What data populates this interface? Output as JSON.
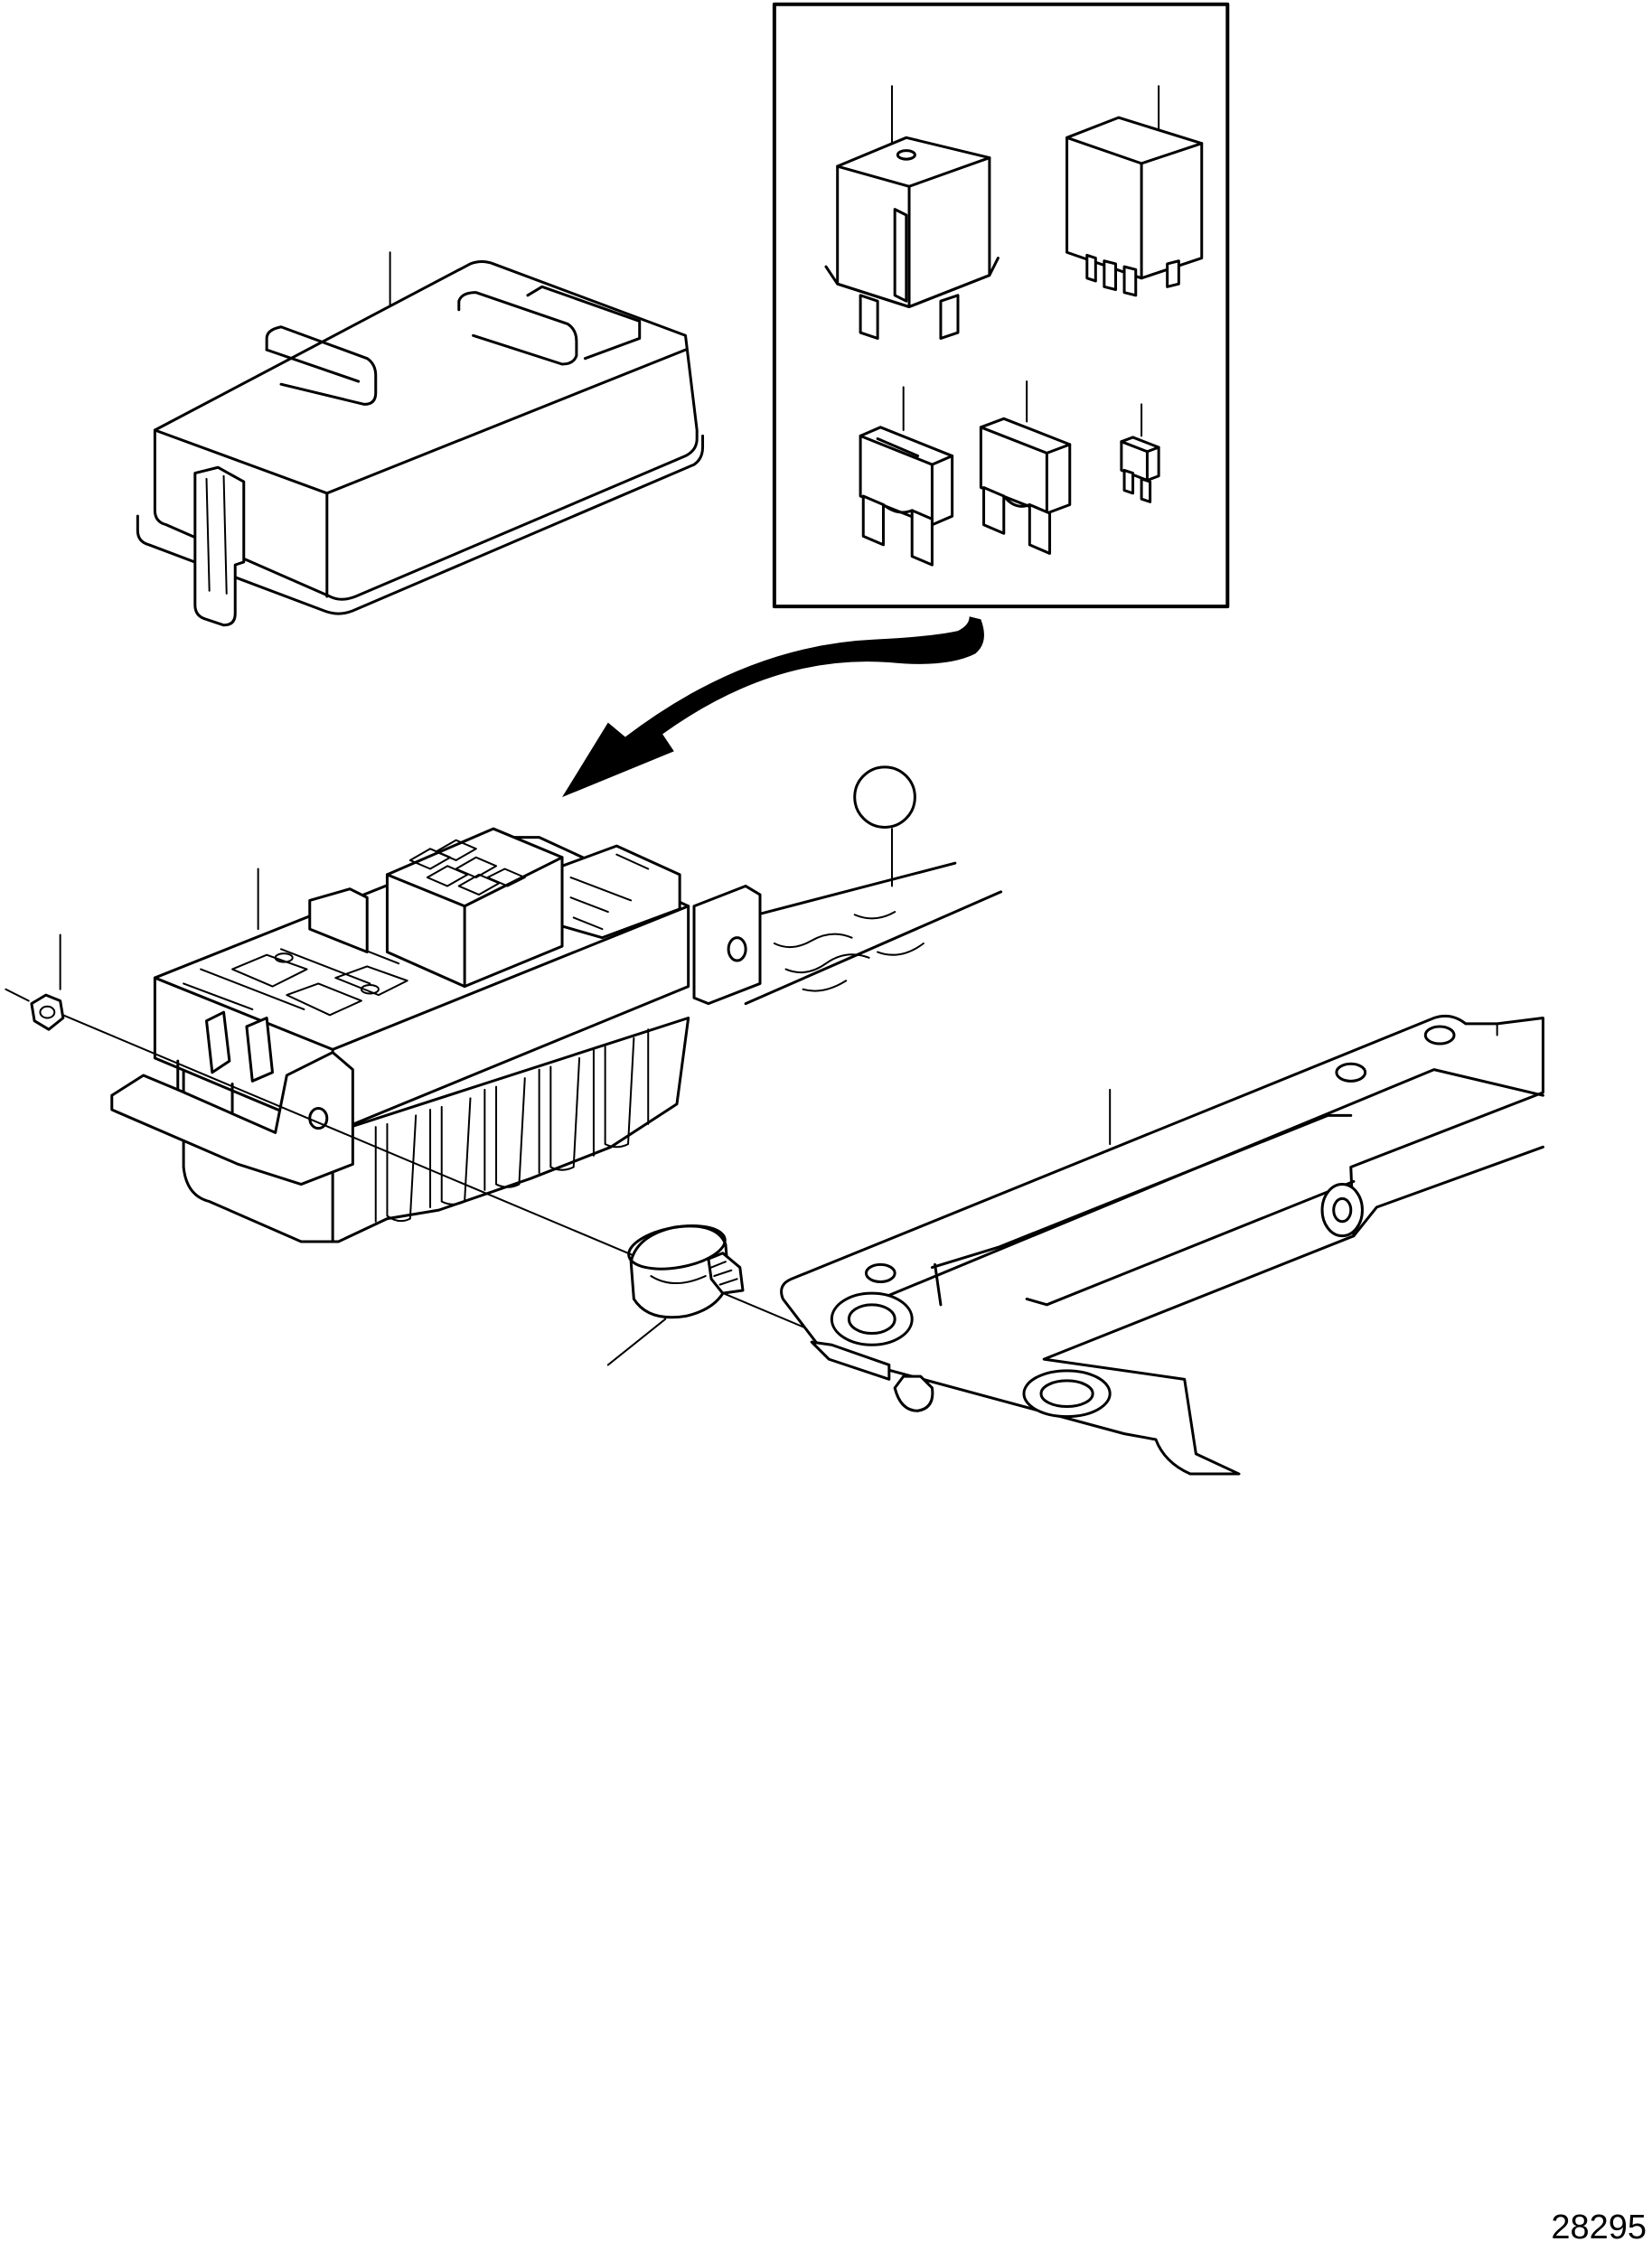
{
  "figure": {
    "number": "28295",
    "parts": [
      {
        "name": "fuse-box-cover",
        "icon": "cover-icon"
      },
      {
        "name": "relay-large",
        "icon": "relay-icon"
      },
      {
        "name": "relay-mini",
        "icon": "relay-icon"
      },
      {
        "name": "fuse-maxi",
        "icon": "blade-fuse-icon"
      },
      {
        "name": "fuse-standard",
        "icon": "blade-fuse-icon"
      },
      {
        "name": "fuse-mini",
        "icon": "blade-fuse-icon"
      },
      {
        "name": "fuse-relay-box",
        "icon": "fuse-box-icon"
      },
      {
        "name": "nut",
        "icon": "nut-icon"
      },
      {
        "name": "rubber-mount",
        "icon": "rubber-mount-icon"
      },
      {
        "name": "mounting-bracket",
        "icon": "bracket-icon"
      },
      {
        "name": "cable-harness",
        "icon": "harness-icon"
      }
    ],
    "colors": {
      "line": "#000000",
      "background": "#ffffff"
    }
  }
}
